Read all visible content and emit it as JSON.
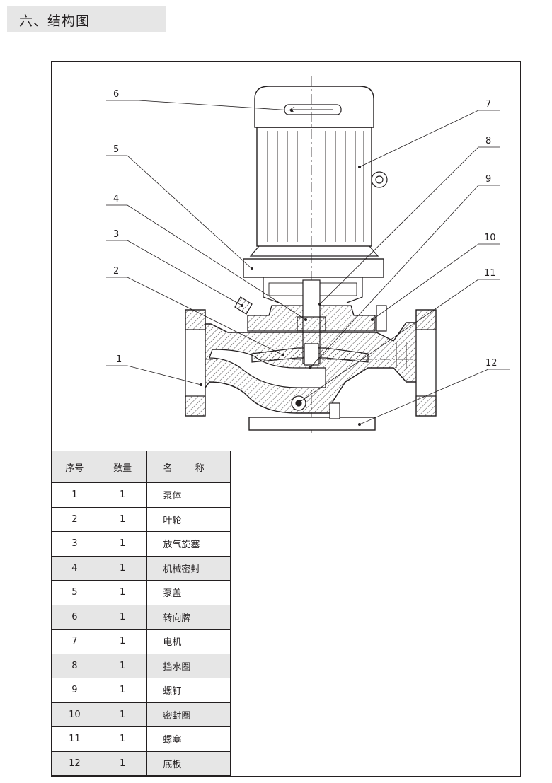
{
  "section": {
    "title": "六、结构图"
  },
  "callouts": [
    "1",
    "2",
    "3",
    "4",
    "5",
    "6",
    "7",
    "8",
    "9",
    "10",
    "11",
    "12"
  ],
  "table": {
    "headers": [
      "序号",
      "数量",
      "名 称"
    ],
    "rows": [
      {
        "no": "1",
        "qty": "1",
        "name": "泵体"
      },
      {
        "no": "2",
        "qty": "1",
        "name": "叶轮"
      },
      {
        "no": "3",
        "qty": "1",
        "name": "放气旋塞"
      },
      {
        "no": "4",
        "qty": "1",
        "name": "机械密封"
      },
      {
        "no": "5",
        "qty": "1",
        "name": "泵盖"
      },
      {
        "no": "6",
        "qty": "1",
        "name": "转向牌"
      },
      {
        "no": "7",
        "qty": "1",
        "name": "电机"
      },
      {
        "no": "8",
        "qty": "1",
        "name": "挡水圈"
      },
      {
        "no": "9",
        "qty": "1",
        "name": "螺钉"
      },
      {
        "no": "10",
        "qty": "1",
        "name": "密封圈"
      },
      {
        "no": "11",
        "qty": "1",
        "name": "螺塞"
      },
      {
        "no": "12",
        "qty": "1",
        "name": "底板"
      }
    ]
  },
  "colors": {
    "ink": "#231f20",
    "shade": "#e6e6e6"
  }
}
